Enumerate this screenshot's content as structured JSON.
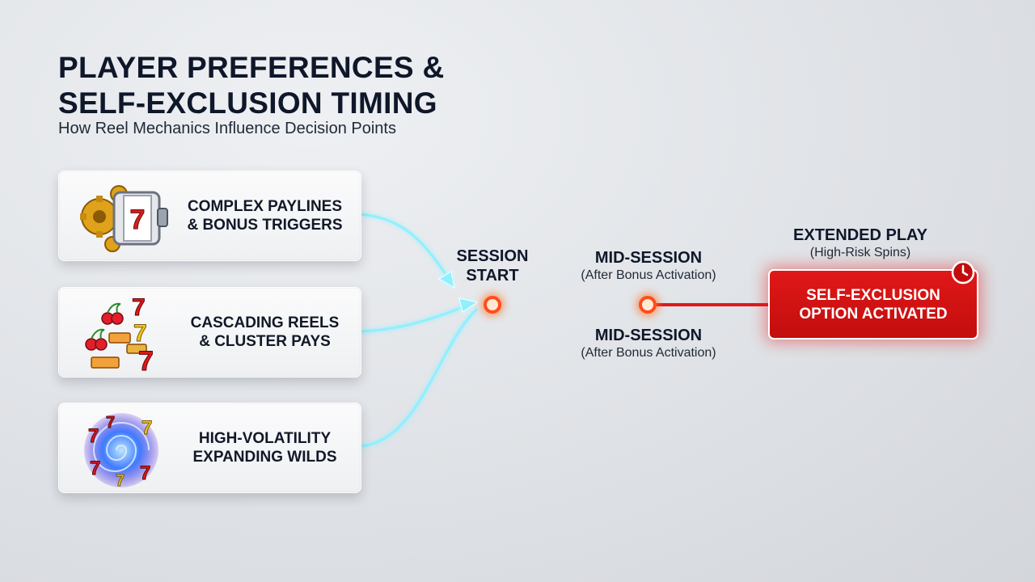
{
  "header": {
    "title_line1": "PLAYER PREFERENCES &",
    "title_line2": "SELF-EXCLUSION TIMING",
    "subtitle": "How Reel Mechanics Influence Decision Points"
  },
  "mechanics": [
    {
      "line1": "COMPLEX PAYLINES",
      "line2": "& BONUS TRIGGERS",
      "icon": "gear-slot-reel-icon"
    },
    {
      "line1": "CASCADING REELS",
      "line2": "& CLUSTER PAYS",
      "icon": "cherry-bar-seven-icon"
    },
    {
      "line1": "HIGH-VOLATILITY",
      "line2": "EXPANDING WILDS",
      "icon": "vortex-sevens-icon"
    }
  ],
  "stages": {
    "start": {
      "line1": "SESSION",
      "line2": "START"
    },
    "mid_top": {
      "name": "MID-SESSION",
      "desc": "(After Bonus Activation)"
    },
    "mid_bottom": {
      "name": "MID-SESSION",
      "desc": "(After Bonus Activation)"
    },
    "extended": {
      "name": "EXTENDED PLAY",
      "desc": "(High-Risk Spins)"
    }
  },
  "alert": {
    "line1": "SELF-EXCLUSION",
    "line2": "OPTION ACTIVATED",
    "icon": "clock-icon"
  },
  "colors": {
    "connector_glow": "#7fe9ff",
    "timeline_green": "#22b14c",
    "timeline_red": "#e01818",
    "node_ring": "#ff4d1a",
    "alert_red": "#d41212"
  }
}
